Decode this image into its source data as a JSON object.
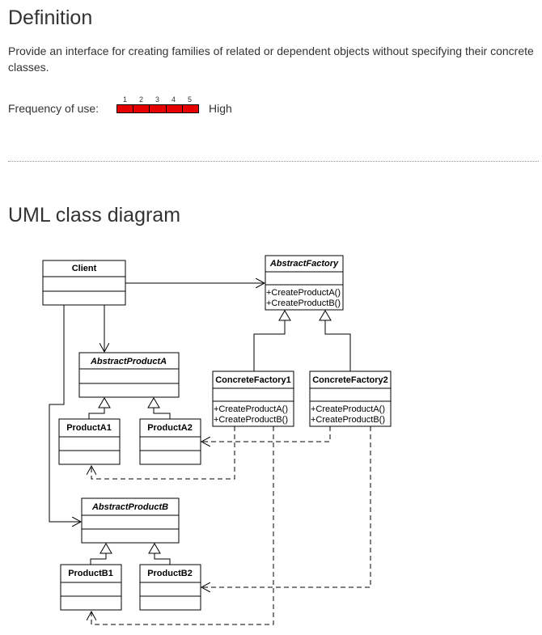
{
  "definition": {
    "title": "Definition",
    "text": "Provide an interface for creating families of related or dependent objects without specifying their concrete classes.",
    "frequency_label": "Frequency of use:",
    "frequency_scale": [
      "1",
      "2",
      "3",
      "4",
      "5"
    ],
    "frequency_level": 5,
    "frequency_value": "High",
    "bar_color": "#e60000"
  },
  "uml": {
    "title": "UML class diagram",
    "classes": {
      "client": "Client",
      "abstract_factory": "AbstractFactory",
      "abstract_product_a": "AbstractProductA",
      "concrete_factory_1": "ConcreteFactory1",
      "concrete_factory_2": "ConcreteFactory2",
      "product_a1": "ProductA1",
      "product_a2": "ProductA2",
      "abstract_product_b": "AbstractProductB",
      "product_b1": "ProductB1",
      "product_b2": "ProductB2"
    },
    "operations": {
      "create_product_a": "+CreateProductA()",
      "create_product_b": "+CreateProductB()"
    }
  }
}
